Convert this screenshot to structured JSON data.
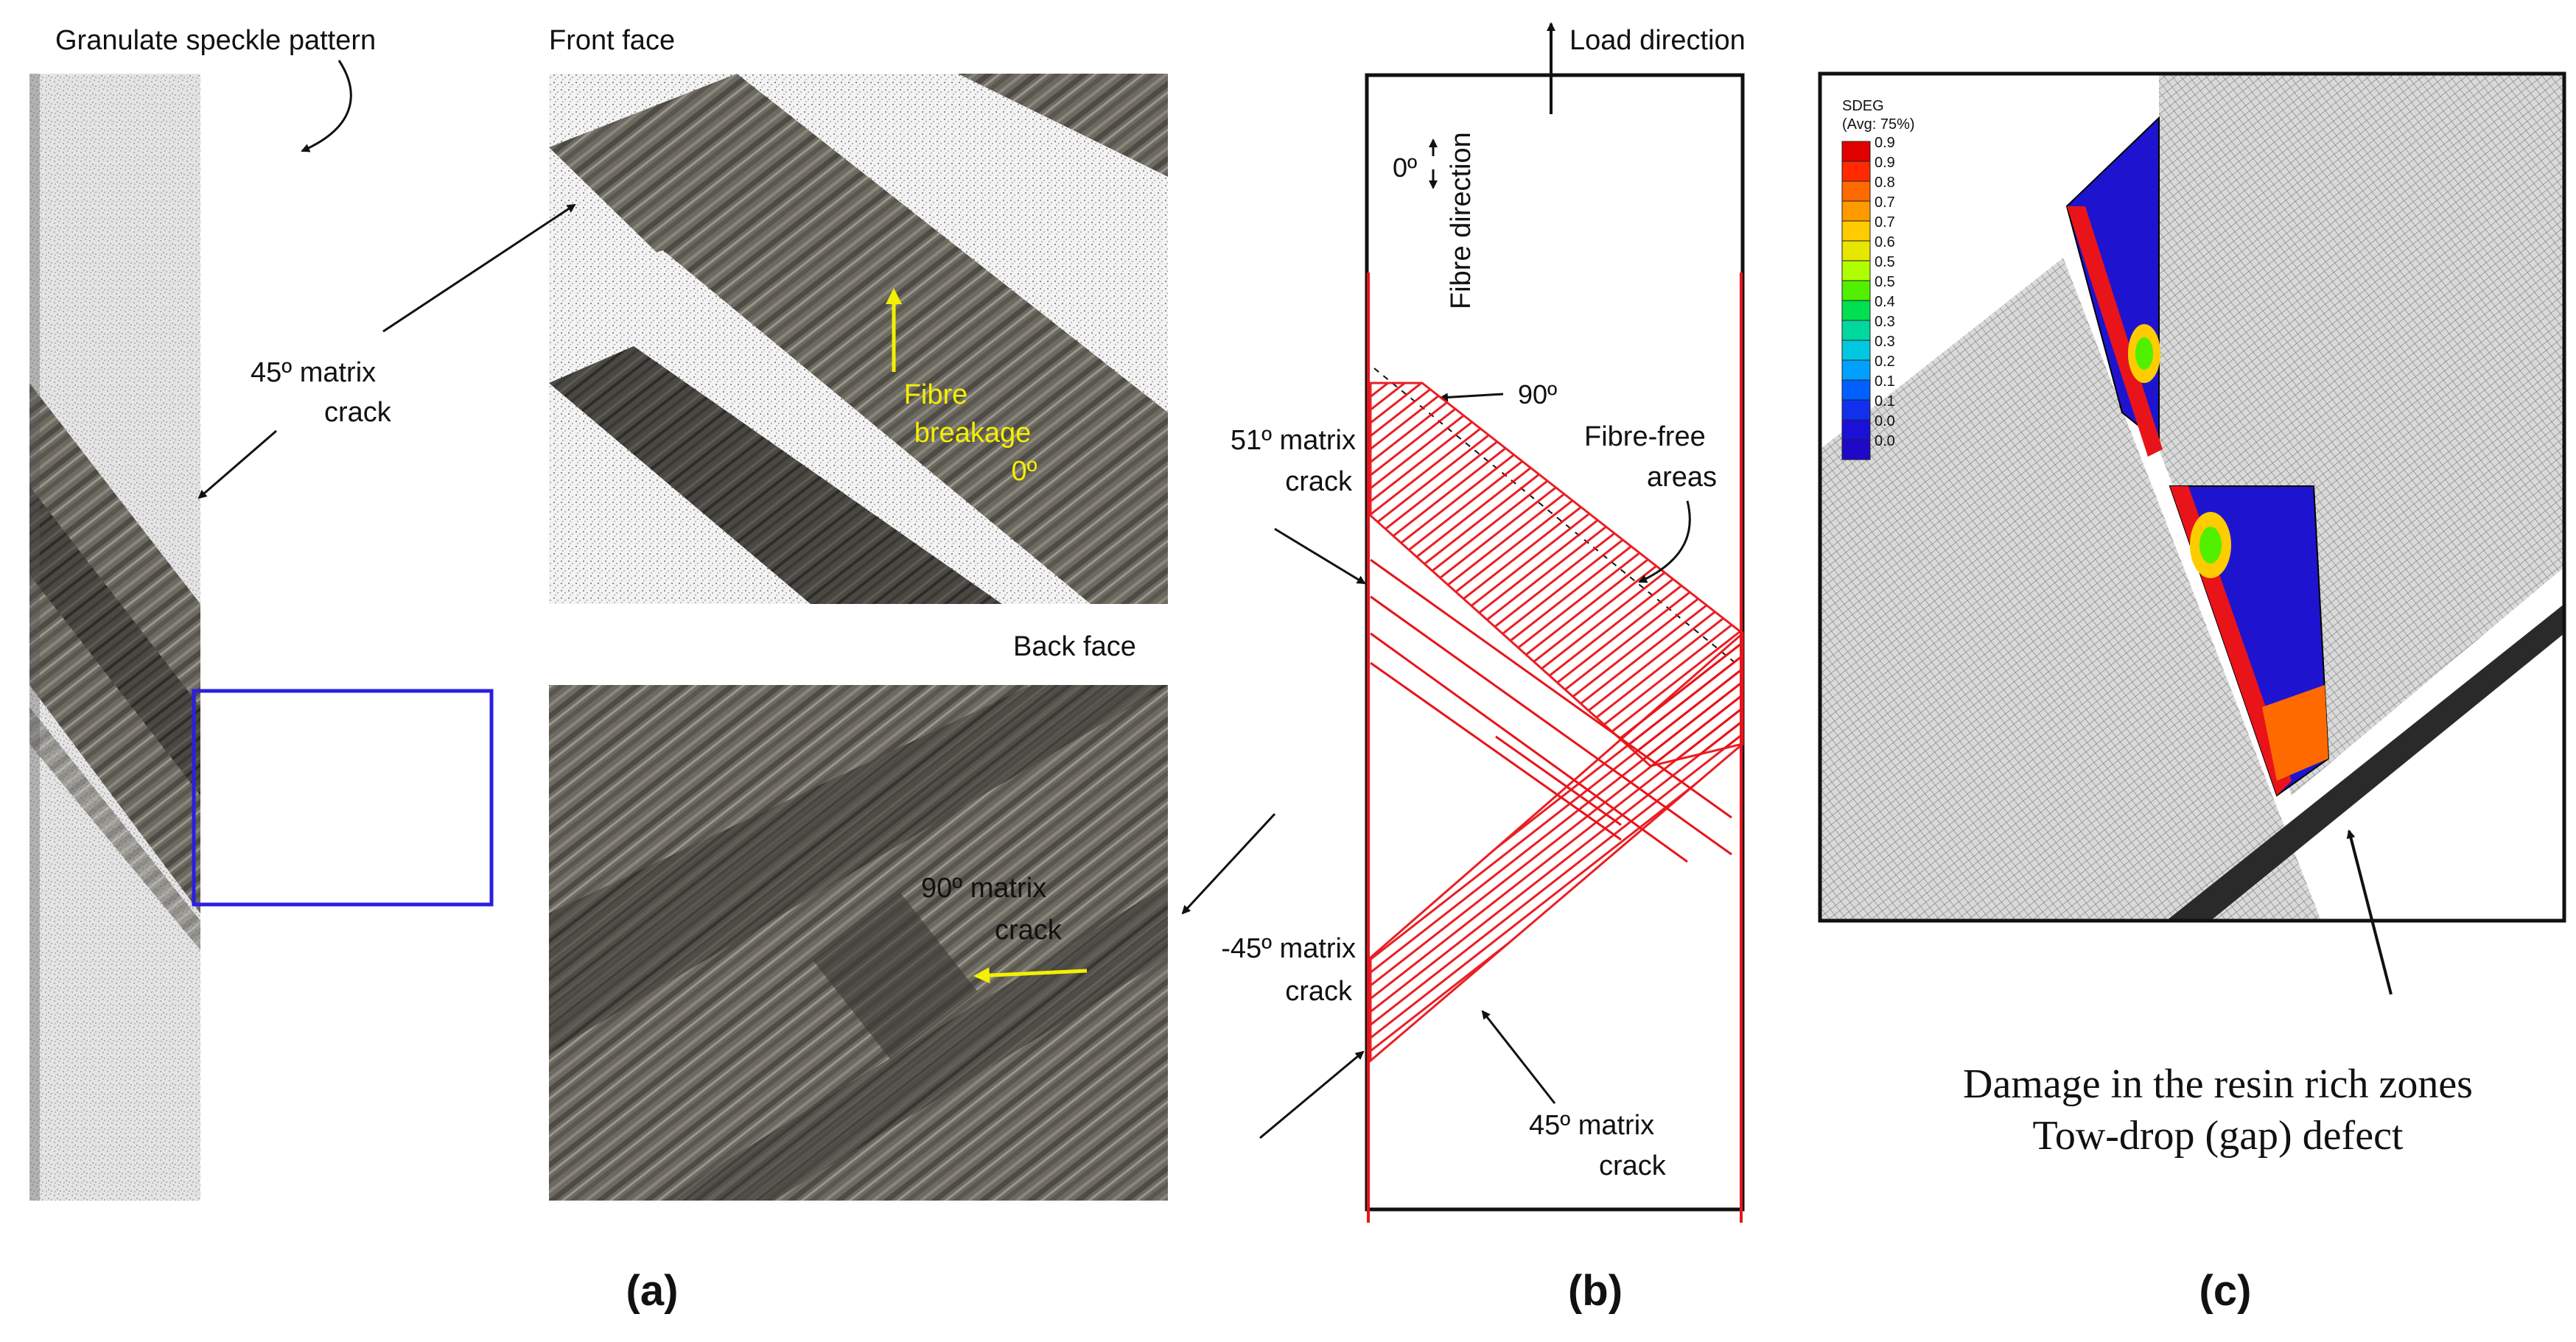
{
  "panel_a": {
    "speckle_label": "Granulate speckle pattern",
    "matrix45_line1": "45º matrix",
    "matrix45_line2": "crack",
    "front_face": "Front face",
    "fibre_line1": "Fibre",
    "fibre_line2": "breakage",
    "fibre_line3": "0º",
    "back_face": "Back face",
    "matrix90_line1": "90º matrix",
    "matrix90_line2": "crack",
    "caption": "(a)"
  },
  "panel_b": {
    "load_direction": "Load direction",
    "zero_deg": "0º",
    "fibre_direction": "Fibre direction",
    "ninety_deg": "90º",
    "fibre_free_line1": "Fibre-free",
    "fibre_free_line2": "areas",
    "m51_line1": "51º matrix",
    "m51_line2": "crack",
    "mneg45_line1": "-45º matrix",
    "mneg45_line2": "crack",
    "m45_line1": "45º matrix",
    "m45_line2": "crack",
    "caption": "(b)"
  },
  "panel_c": {
    "legend_title_line1": "SDEG",
    "legend_title_line2": "(Avg: 75%)",
    "legend_ticks": [
      "0.9",
      "0.9",
      "0.8",
      "0.7",
      "0.7",
      "0.6",
      "0.5",
      "0.5",
      "0.4",
      "0.3",
      "0.3",
      "0.2",
      "0.1",
      "0.1",
      "0.0",
      "0.0"
    ],
    "legend_colors": [
      "#e00000",
      "#ff2a00",
      "#ff6a00",
      "#ff9900",
      "#ffcc00",
      "#e6e600",
      "#b0ff00",
      "#50f000",
      "#00e050",
      "#00d8a0",
      "#00c8e0",
      "#00a0ff",
      "#0060ff",
      "#1030ee",
      "#1a10d8",
      "#2008c8"
    ],
    "damage_line1": "Damage in the resin rich zones",
    "damage_line2": "Tow-drop (gap) defect",
    "caption": "(c)"
  },
  "colors": {
    "crack_red": "#e8141a",
    "blue_box": "#2a1fe0",
    "yellow": "#f4f000",
    "fe_blue": "#1e14d0"
  }
}
